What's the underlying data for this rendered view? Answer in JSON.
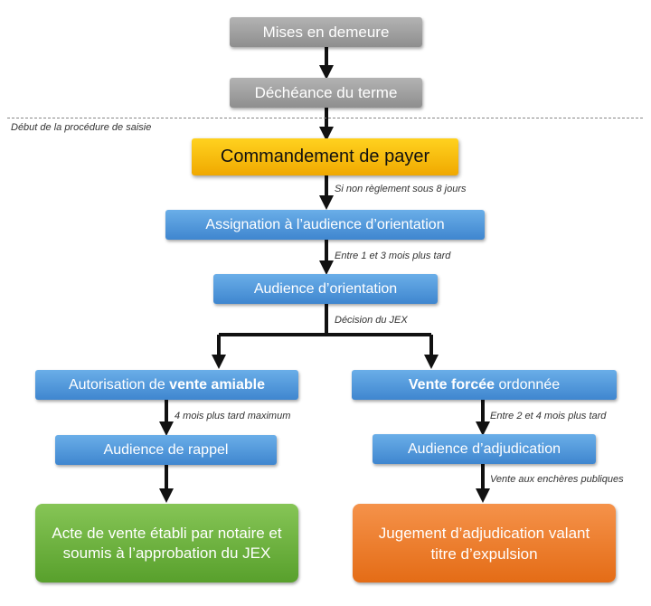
{
  "boxes": {
    "mises": "Mises en demeure",
    "decheance": "Déchéance du terme",
    "commandement": "Commandement de payer",
    "assignation": "Assignation à l’audience d’orientation",
    "audience_orientation": "Audience d’orientation",
    "autorisation": {
      "pre": "Autorisation de ",
      "bold": "vente amiable"
    },
    "vente_forcee": {
      "bold": "Vente forcée",
      "post": " ordonnée"
    },
    "audience_rappel": "Audience de rappel",
    "audience_adjudication": "Audience d’adjudication",
    "acte_vente": "Acte de vente établi par notaire et soumis à l’approbation du JEX",
    "jugement": "Jugement d’adjudication valant titre d’expulsion"
  },
  "notes": {
    "debut_saisie": "Début de la procédure de saisie",
    "non_reglement": "Si non règlement sous 8 jours",
    "entre_1_3": "Entre 1 et 3 mois plus tard",
    "decision_jex": "Décision du JEX",
    "quatre_mois": "4 mois plus tard maximum",
    "entre_2_4": "Entre 2 et 4 mois plus tard",
    "vente_encheres": "Vente aux enchères publiques"
  },
  "colors": {
    "grey": "#9e9e9e",
    "yellow": "#ffc000",
    "blue": "#4f94dc",
    "green": "#70b443",
    "orange": "#ed7d31",
    "arrow": "#111111"
  }
}
